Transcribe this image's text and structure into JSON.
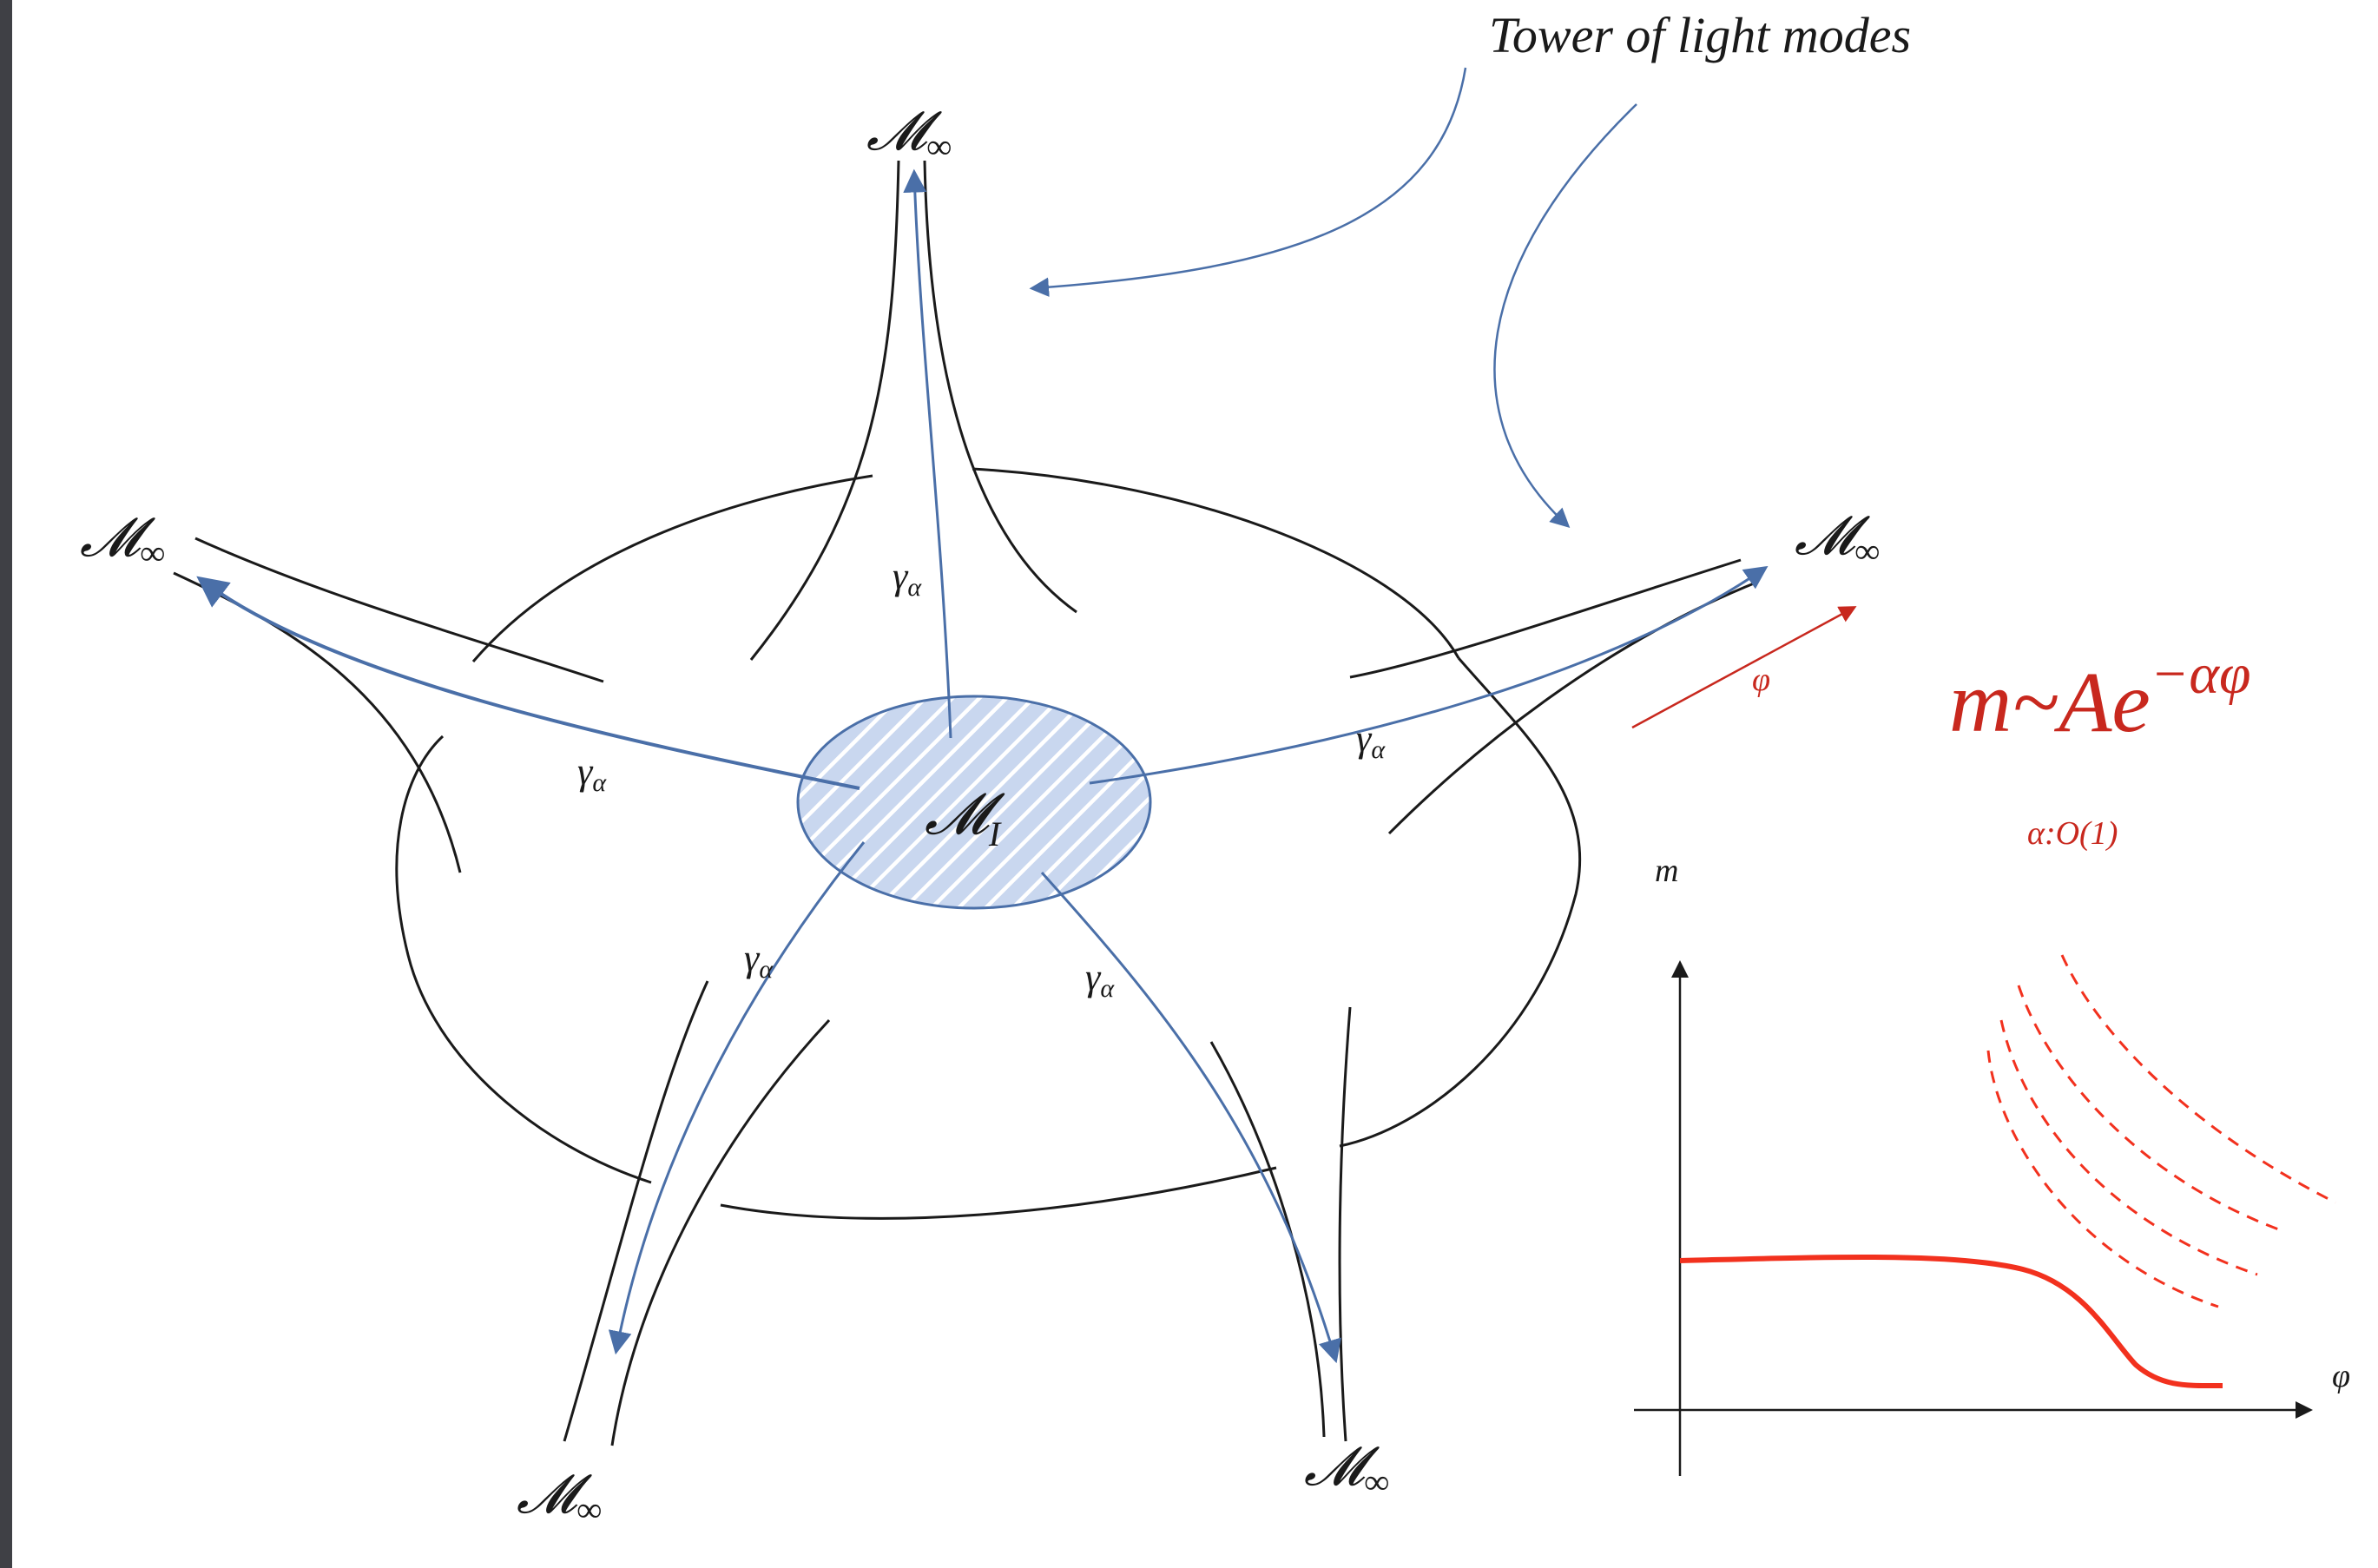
{
  "title": "Tower of light modes",
  "moduli": {
    "interior_label": "𝓜",
    "interior_sub": "I",
    "infinity_label": "𝓜",
    "infinity_sub": "∞"
  },
  "geodesic_label": "γ",
  "geodesic_sub": "α",
  "field_label": "φ",
  "formula": {
    "lhs": "m~Ae",
    "exponent": "−αφ"
  },
  "alpha_order": "α:O(1)",
  "plot": {
    "ylabel": "m",
    "xlabel": "φ"
  },
  "colors": {
    "background_edge": "#3f4045",
    "diagram_lines": "#1a1a1a",
    "geodesics": "#4a6fa8",
    "hatch_fill": "#c9d7ef",
    "hatch_lines": "#4a6fa8",
    "formula": "#c8281e",
    "tower_curve": "#f2311e"
  }
}
